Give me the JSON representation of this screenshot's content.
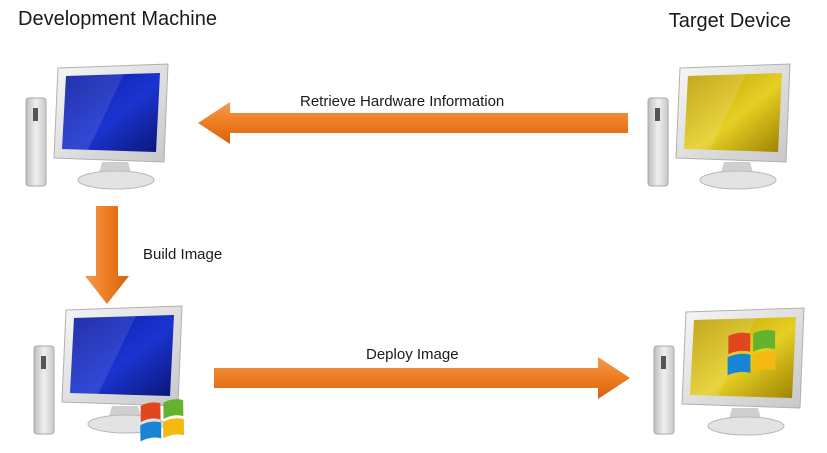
{
  "headings": {
    "development": "Development Machine",
    "target": "Target Device"
  },
  "arrows": {
    "retrieve": "Retrieve Hardware Information",
    "build": "Build Image",
    "deploy": "Deploy Image"
  },
  "colors": {
    "arrow": "#ee7d22",
    "arrow_dark": "#d4620d",
    "screen_blue": "#1b2fb8",
    "screen_yellow": "#c9b000",
    "case": "#dcdcdc"
  },
  "icons": {
    "dev_top": "development-computer-icon",
    "target_top": "target-computer-icon",
    "dev_bottom": "development-computer-with-windows-logo-icon",
    "target_bottom": "target-computer-windows-screen-icon"
  }
}
